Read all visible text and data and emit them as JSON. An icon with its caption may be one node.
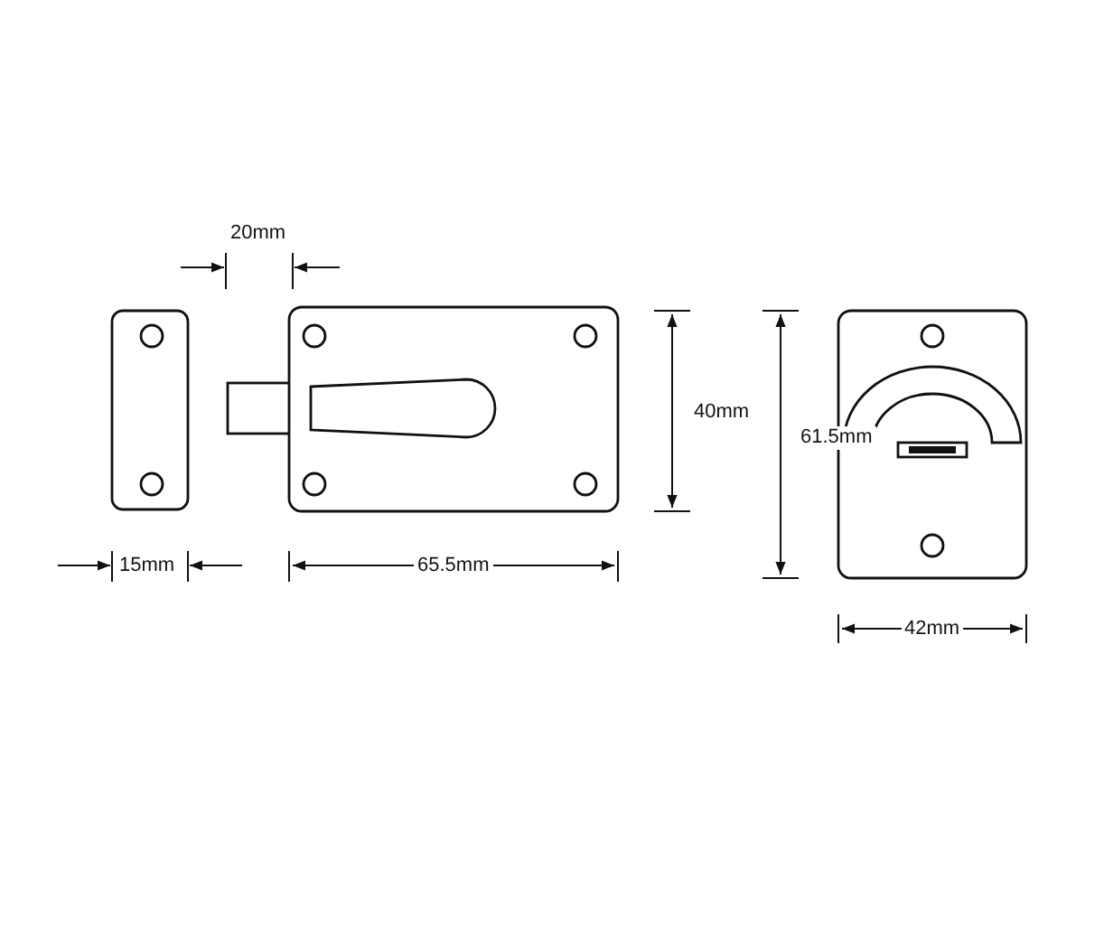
{
  "diagram": {
    "labels": [
      "20mm",
      "40mm",
      "61.5mm",
      "15mm",
      "65.5mm",
      "42mm"
    ]
  }
}
